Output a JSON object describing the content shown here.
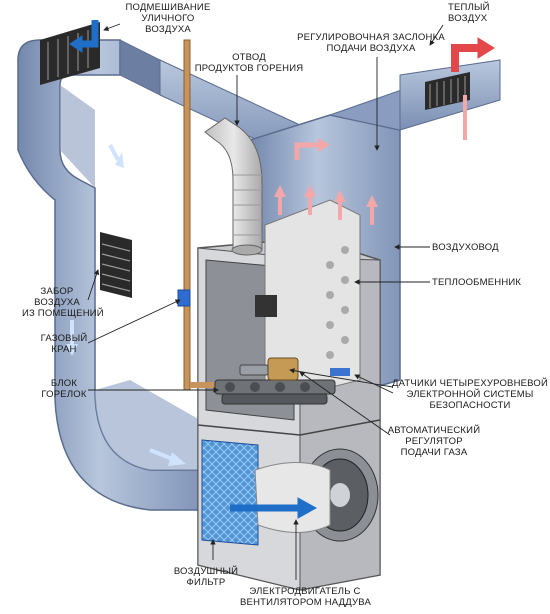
{
  "labels": {
    "outside_air": [
      "ПОДМЕШИВАНИЕ",
      "УЛИЧНОГО",
      "ВОЗДУХА"
    ],
    "flue": [
      "ОТВОД",
      "ПРОДУКТОВ ГОРЕНИЯ"
    ],
    "damper": [
      "РЕГУЛИРОВОЧНАЯ ЗАСЛОНКА",
      "ПОДАЧИ ВОЗДУХА"
    ],
    "warm_air": [
      "ТЕПЛЫЙ",
      "ВОЗДУХ"
    ],
    "duct": "ВОЗДУХОВОД",
    "heat_exchanger": "ТЕПЛООБМЕННИК",
    "return_air": [
      "ЗАБОР",
      "ВОЗДУХА",
      "ИЗ ПОМЕЩЕНИЙ"
    ],
    "gas_valve": [
      "ГАЗОВЫЙ",
      "КРАН"
    ],
    "burner": [
      "БЛОК",
      "ГОРЕЛОК"
    ],
    "sensors": [
      "ДАТЧИКИ ЧЕТЫРЕХУРОВНЕВОЙ",
      "ЭЛЕКТРОННОЙ СИСТЕМЫ",
      "БЕЗОПАСНОСТИ"
    ],
    "gas_regulator": [
      "АВТОМАТИЧЕСКИЙ",
      "РЕГУЛЯТОР",
      "ПОДАЧИ ГАЗА"
    ],
    "filter": [
      "ВОЗДУШНЫЙ",
      "ФИЛЬТР"
    ],
    "motor": [
      "ЭЛЕКТРОДВИГАТЕЛЬ С",
      "ВЕНТИЛЯТОРОМ НАДДУВА"
    ]
  },
  "colors": {
    "duct": "#8fa4c4",
    "duct_dark": "#6b80a4",
    "cold_arrow": "#1f6fc8",
    "warm_arrow": "#e2474a",
    "furnace_metal": "#d9d9d9",
    "filter": "#4f95d6"
  }
}
